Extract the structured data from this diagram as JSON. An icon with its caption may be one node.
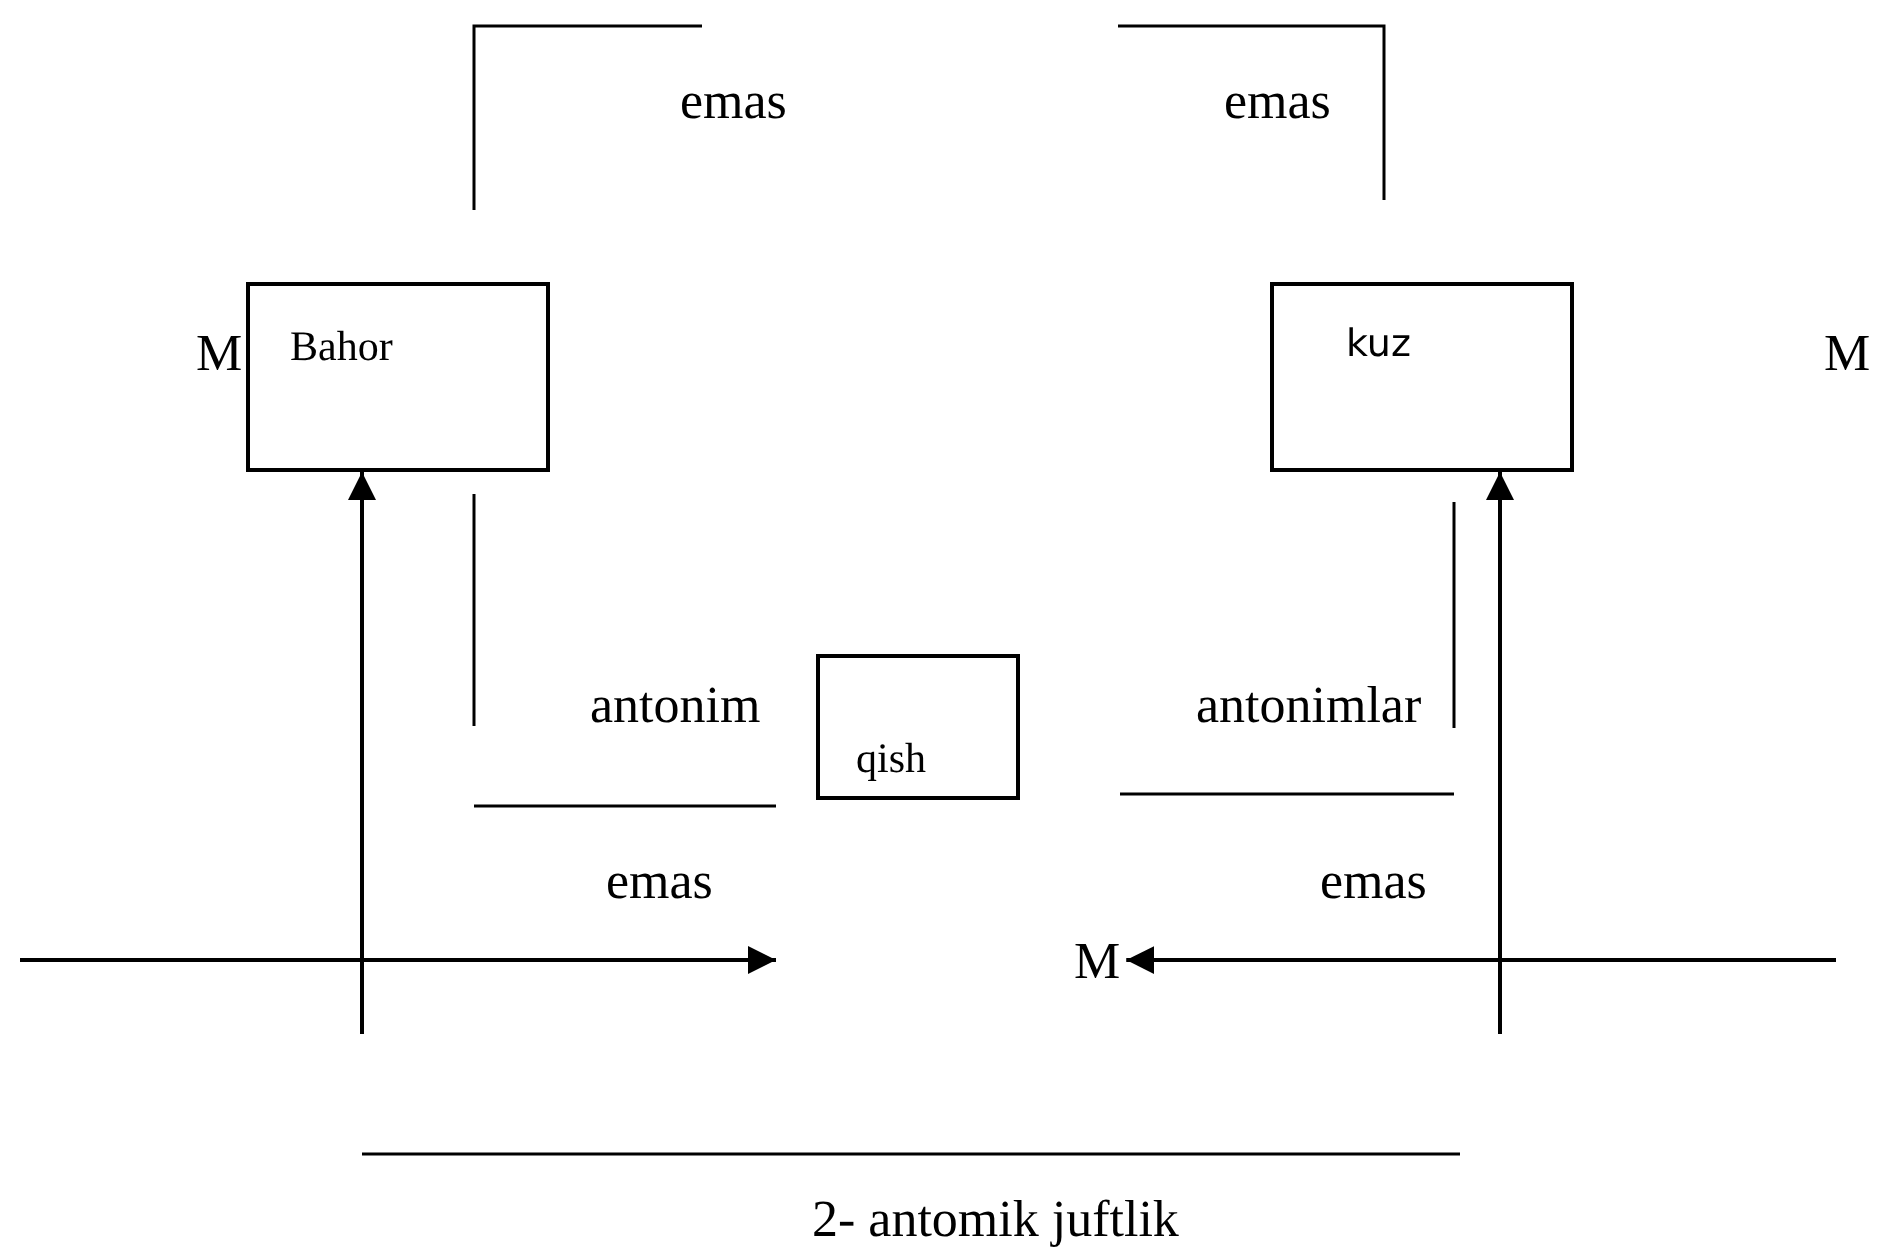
{
  "diagram": {
    "caption": "2- antomik juftlik",
    "nodes": [
      {
        "text": [
          "Bahor"
        ]
      },
      {
        "text": [
          "kuz"
        ]
      },
      {
        "text": [
          "qish"
        ]
      },
      {
        "text": [
          "M"
        ]
      }
    ],
    "edges": [
      {
        "from": null,
        "to": 0,
        "arrow": "to"
      },
      {
        "from": null,
        "to": 1,
        "arrow": "to"
      },
      {
        "from": null,
        "to": 3,
        "arrow": "to"
      }
    ],
    "labels": [
      "emas",
      "emas",
      "M",
      "M",
      "antonim",
      "antonimlar",
      "emas",
      "emas"
    ]
  }
}
